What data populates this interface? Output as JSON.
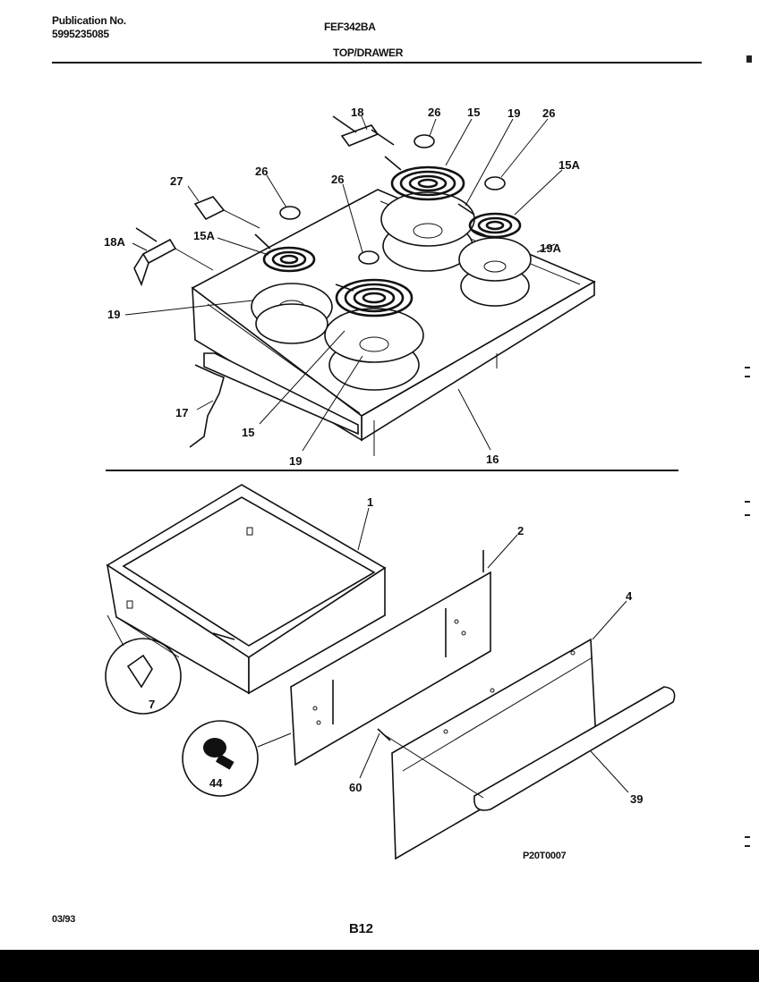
{
  "header": {
    "publication_label": "Publication No.",
    "publication_number": "5995235085",
    "model": "FEF342BA",
    "section_title": "TOP/DRAWER"
  },
  "footer": {
    "date": "03/93",
    "page_code": "B12",
    "drawing_code": "P20T0007"
  },
  "callouts": {
    "c18": "18",
    "c26a": "26",
    "c15a": "15",
    "c19a": "19",
    "c26b": "26",
    "c15A_right": "15A",
    "c27": "27",
    "c26c": "26",
    "c26d": "26",
    "c18A": "18A",
    "c15A_left": "15A",
    "c19A": "19A",
    "c19b": "19",
    "c17": "17",
    "c15b": "15",
    "c19c": "19",
    "c16": "16",
    "c1": "1",
    "c2": "2",
    "c4": "4",
    "c7": "7",
    "c44": "44",
    "c60": "60",
    "c39": "39"
  }
}
